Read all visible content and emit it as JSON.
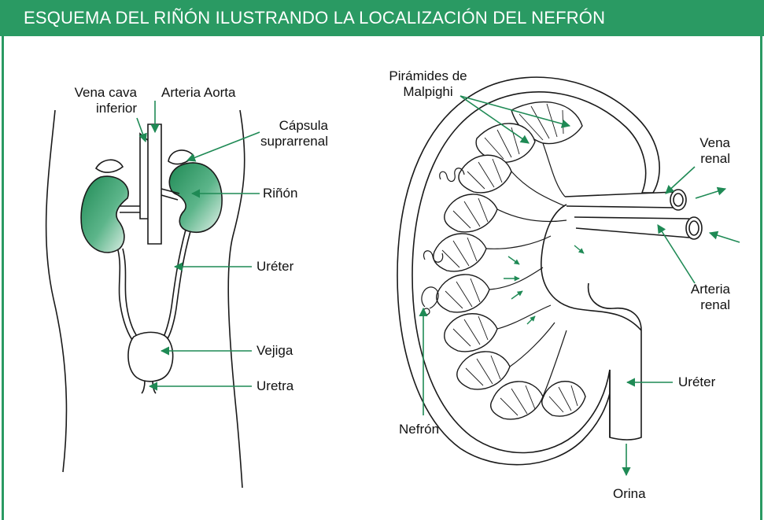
{
  "title": "ESQUEMA DEL RIÑÓN ILUSTRANDO LA LOCALIZACIÓN DEL NEFRÓN",
  "colors": {
    "accent": "#2a9a63",
    "kidney_fill": "#1f8a55",
    "line": "#1a1a1a",
    "arrow": "#1f8a55"
  },
  "left_figure": {
    "labels": {
      "vena_cava": "Vena cava\ninferior",
      "aorta": "Arteria Aorta",
      "capsula": "Cápsula\nsuprarrenal",
      "rinon": "Riñón",
      "ureter": "Uréter",
      "vejiga": "Vejiga",
      "uretra": "Uretra"
    }
  },
  "right_figure": {
    "labels": {
      "piramides": "Pirámides de\nMalpighi",
      "vena_renal": "Vena\nrenal",
      "arteria_renal": "Arteria\nrenal",
      "ureter": "Uréter",
      "nefron": "Nefrón",
      "orina": "Orina"
    }
  }
}
